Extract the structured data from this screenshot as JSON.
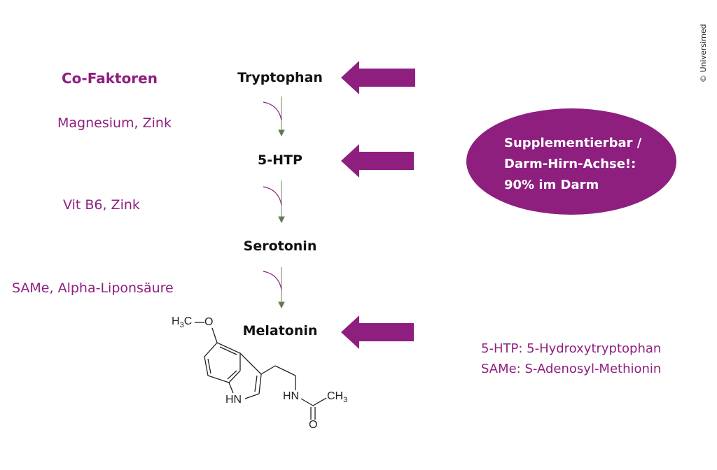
{
  "cofactors_title": "Co-Faktoren",
  "cofactors": [
    "Magnesium, Zink",
    "Vit B6, Zink",
    "SAMe, Alpha-Liponsäure"
  ],
  "pathway": [
    "Tryptophan",
    "5-HTP",
    "Serotonin",
    "Melatonin"
  ],
  "ellipse_lines": [
    "Supplementierbar /",
    "Darm-Hirn-Achse!:",
    "90% im Darm"
  ],
  "legend": [
    "5-HTP: 5-Hydroxytryptophan",
    "SAMe: S-Adenosyl-Methionin"
  ],
  "copyright": "© Universimed",
  "molecule": {
    "methoxy": "H3C",
    "o": "O",
    "hn_ring": "HN",
    "hn_chain": "HN",
    "ch3": "CH3",
    "carbonyl_o": "O"
  },
  "colors": {
    "accent": "#8e1f7f",
    "arrow": "#5d7a4a"
  }
}
